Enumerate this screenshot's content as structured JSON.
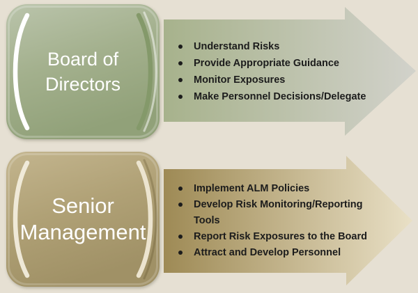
{
  "background": "#e6e0d3",
  "diagram": {
    "title_text_color": "#ffffff",
    "bullet_text_color": "#1c1c1c",
    "rows": [
      {
        "role_box": {
          "line1": "Board of",
          "line2": "Directors",
          "fill_top": "#bac4ab",
          "fill_mid": "#a3b08d",
          "fill_bottom": "#91a179",
          "bracket_left_color": "#ffffff",
          "bracket_right_color": "#84996a"
        },
        "arrow": {
          "gradient_start": "#a7b28c",
          "gradient_end": "#d2d2cb",
          "items": [
            "Understand Risks",
            "Provide Appropriate Guidance",
            "Monitor Exposures",
            "Make Personnel Decisions/Delegate"
          ]
        }
      },
      {
        "role_box": {
          "line1": "Senior",
          "line2": "Management",
          "fill_top": "#c3b58e",
          "fill_mid": "#b0a176",
          "fill_bottom": "#a09166",
          "bracket_left_color": "#f4efdf",
          "bracket_right_color": "#ece4cf"
        },
        "arrow": {
          "gradient_start": "#9e8a55",
          "gradient_end": "#e9e0c6",
          "items": [
            "Implement ALM Policies",
            "Develop Risk Monitoring/Reporting Tools",
            "Report Risk Exposures to the Board",
            "Attract and Develop Personnel"
          ]
        }
      }
    ]
  }
}
